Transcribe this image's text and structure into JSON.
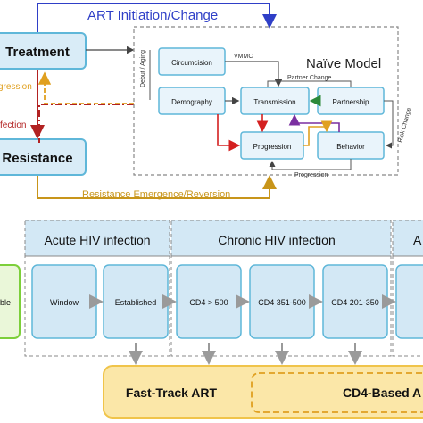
{
  "top": {
    "art_initiation_change": "ART Initiation/Change",
    "treatment": "Treatment",
    "resistance": "Resistance",
    "progression_partial": "gression",
    "infection_partial": "fection",
    "resistance_emergence": "Resistance Emergence/Reversion",
    "naive_model": {
      "title": "Naïve Model",
      "boxes": {
        "circumcision": "Circumcision",
        "demography": "Demography",
        "transmission": "Transmission",
        "partnership": "Partnership",
        "progression": "Progression",
        "behavior": "Behavior"
      },
      "labels": {
        "vmmc": "VMMC",
        "debut_aging": "Debut / Aging",
        "partner_change": "Partner Change",
        "risk_change": "Risk Change",
        "progression_arrow": "Progression"
      }
    }
  },
  "bottom": {
    "acute_header": "Acute HIV infection",
    "chronic_header": "Chronic HIV infection",
    "aids_header_partial": "A",
    "susceptible_partial": "ble",
    "stages": [
      "Window",
      "Established",
      "CD4 > 500",
      "CD4 351-500",
      "CD4 201-350"
    ],
    "fast_track_art": "Fast-Track ART",
    "cd4_based_partial": "CD4-Based A"
  },
  "colors": {
    "treatment_fill": "#d9ecf7",
    "treatment_stroke": "#5fb7d9",
    "art_arrow": "#2f3fc7",
    "resistance_arrow": "#c8951a",
    "infection_dashdot": "#b22222",
    "progression_dash": "#e0a020",
    "naive_box_fill": "#e9f4fb",
    "partnership_arrow": "#2d8a3a",
    "behavior_arrow": "#7a2fa0",
    "transmission_red": "#d42020",
    "stage_fill": "#d3e8f5",
    "art_band": "#fbe7a8",
    "susceptible_green": "#7ccf3a"
  }
}
